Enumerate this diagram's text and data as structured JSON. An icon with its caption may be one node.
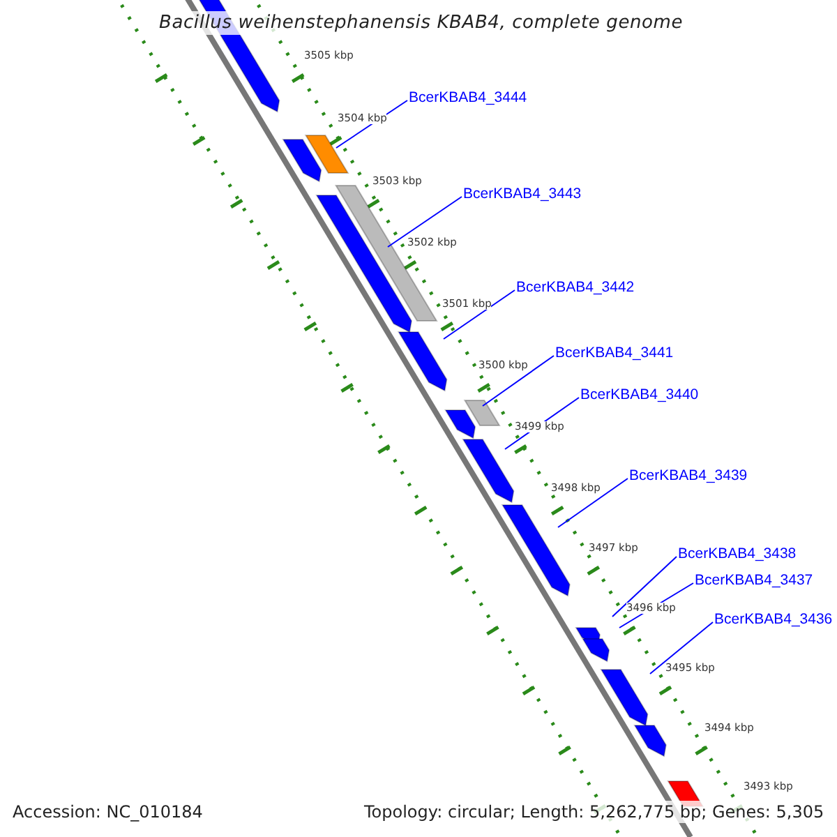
{
  "diagram": {
    "title": "Bacillus weihenstephanensis KBAB4, complete genome",
    "nodes": [
      {
        "text": [
          "BcerKBAB4_3444"
        ]
      },
      {
        "text": [
          "BcerKBAB4_3443"
        ]
      },
      {
        "text": [
          "BcerKBAB4_3442"
        ]
      },
      {
        "text": [
          "BcerKBAB4_3441"
        ]
      },
      {
        "text": [
          "BcerKBAB4_3440"
        ]
      },
      {
        "text": [
          "BcerKBAB4_3439"
        ]
      },
      {
        "text": [
          "BcerKBAB4_3438"
        ]
      },
      {
        "text": [
          "BcerKBAB4_3437"
        ]
      },
      {
        "text": [
          "BcerKBAB4_3436"
        ]
      }
    ],
    "edges": [
      {
        "from": 0,
        "to": null,
        "arrow": "none"
      },
      {
        "from": 1,
        "to": null,
        "arrow": "none"
      },
      {
        "from": 2,
        "to": null,
        "arrow": "none"
      },
      {
        "from": 3,
        "to": null,
        "arrow": "none"
      },
      {
        "from": 4,
        "to": null,
        "arrow": "none"
      },
      {
        "from": 5,
        "to": null,
        "arrow": "none"
      },
      {
        "from": 6,
        "to": null,
        "arrow": "none"
      },
      {
        "from": 7,
        "to": null,
        "arrow": "none"
      },
      {
        "from": 8,
        "to": null,
        "arrow": "none"
      }
    ],
    "labels": [
      "3505 kbp",
      "3504 kbp",
      "3503 kbp",
      "3502 kbp",
      "3501 kbp",
      "3500 kbp",
      "3499 kbp",
      "3498 kbp",
      "3497 kbp",
      "3496 kbp",
      "3495 kbp",
      "3494 kbp",
      "3493 kbp",
      "Accession: NC_010184",
      "Topology: circular; Length: 5,262,775 bp; Genes: 5,305"
    ]
  }
}
